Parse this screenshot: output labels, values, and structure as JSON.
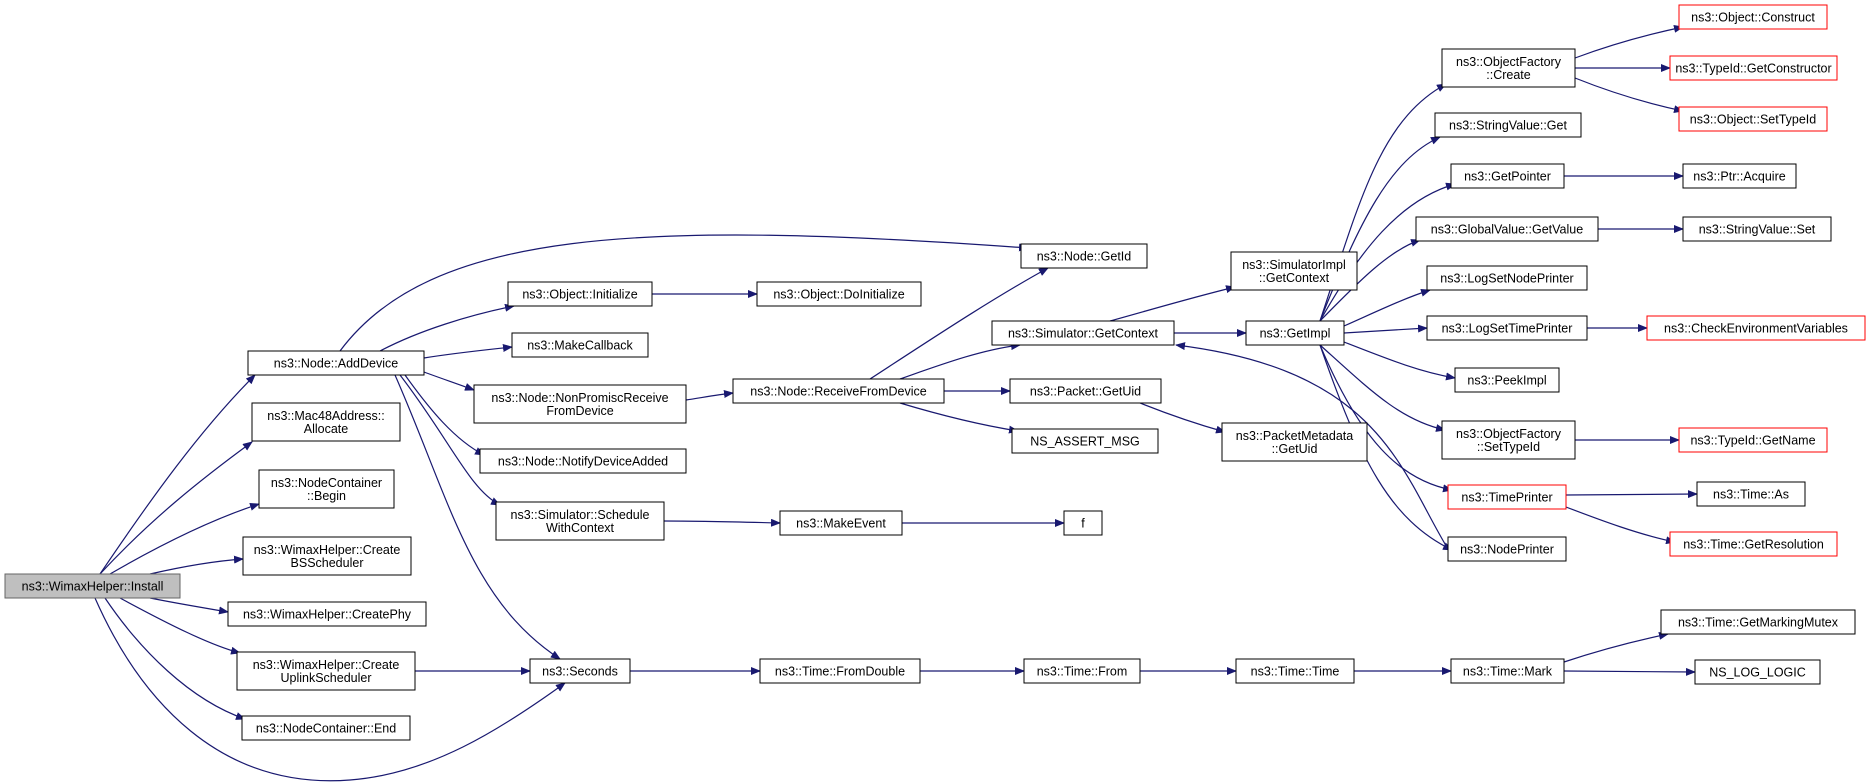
{
  "colors": {
    "edge": "#191970",
    "root_fill": "#bfbfbf",
    "box_border": "#000000",
    "truncated_border": "#ff0000"
  },
  "nodes": [
    {
      "id": "install",
      "lines": [
        "ns3::WimaxHelper::Install"
      ],
      "style": "root"
    },
    {
      "id": "addDevice",
      "lines": [
        "ns3::Node::AddDevice"
      ]
    },
    {
      "id": "mac48",
      "lines": [
        "ns3::Mac48Address::",
        "Allocate"
      ]
    },
    {
      "id": "ncBegin",
      "lines": [
        "ns3::NodeContainer",
        "::Begin"
      ]
    },
    {
      "id": "createBS",
      "lines": [
        "ns3::WimaxHelper::Create",
        "BSScheduler"
      ]
    },
    {
      "id": "createPhy",
      "lines": [
        "ns3::WimaxHelper::CreatePhy"
      ]
    },
    {
      "id": "createUL",
      "lines": [
        "ns3::WimaxHelper::Create",
        "UplinkScheduler"
      ]
    },
    {
      "id": "ncEnd",
      "lines": [
        "ns3::NodeContainer::End"
      ]
    },
    {
      "id": "objInit",
      "lines": [
        "ns3::Object::Initialize"
      ]
    },
    {
      "id": "makeCallback",
      "lines": [
        "ns3::MakeCallback"
      ]
    },
    {
      "id": "nonPromisc",
      "lines": [
        "ns3::Node::NonPromiscReceive",
        "FromDevice"
      ]
    },
    {
      "id": "notifyAdded",
      "lines": [
        "ns3::Node::NotifyDeviceAdded"
      ]
    },
    {
      "id": "schedCtx",
      "lines": [
        "ns3::Simulator::Schedule",
        "WithContext"
      ]
    },
    {
      "id": "seconds",
      "lines": [
        "ns3::Seconds"
      ]
    },
    {
      "id": "doInit",
      "lines": [
        "ns3::Object::DoInitialize"
      ]
    },
    {
      "id": "recvFromDev",
      "lines": [
        "ns3::Node::ReceiveFromDevice"
      ]
    },
    {
      "id": "makeEvent",
      "lines": [
        "ns3::MakeEvent"
      ]
    },
    {
      "id": "fromDouble",
      "lines": [
        "ns3::Time::FromDouble"
      ]
    },
    {
      "id": "getId",
      "lines": [
        "ns3::Node::GetId"
      ]
    },
    {
      "id": "simGetCtx",
      "lines": [
        "ns3::Simulator::GetContext"
      ]
    },
    {
      "id": "pktGetUid",
      "lines": [
        "ns3::Packet::GetUid"
      ]
    },
    {
      "id": "assertMsg",
      "lines": [
        "NS_ASSERT_MSG"
      ]
    },
    {
      "id": "f",
      "lines": [
        "f"
      ]
    },
    {
      "id": "timeFrom",
      "lines": [
        "ns3::Time::From"
      ]
    },
    {
      "id": "simImplCtx",
      "lines": [
        "ns3::SimulatorImpl",
        "::GetContext"
      ]
    },
    {
      "id": "getImpl",
      "lines": [
        "ns3::GetImpl"
      ]
    },
    {
      "id": "pmGetUid",
      "lines": [
        "ns3::PacketMetadata",
        "::GetUid"
      ]
    },
    {
      "id": "timeTime",
      "lines": [
        "ns3::Time::Time"
      ]
    },
    {
      "id": "ofCreate",
      "lines": [
        "ns3::ObjectFactory",
        "::Create"
      ]
    },
    {
      "id": "svGet",
      "lines": [
        "ns3::StringValue::Get"
      ]
    },
    {
      "id": "getPointer",
      "lines": [
        "ns3::GetPointer"
      ]
    },
    {
      "id": "gvGetValue",
      "lines": [
        "ns3::GlobalValue::GetValue"
      ]
    },
    {
      "id": "logNodePrinter",
      "lines": [
        "ns3::LogSetNodePrinter"
      ]
    },
    {
      "id": "logTimePrinter",
      "lines": [
        "ns3::LogSetTimePrinter"
      ]
    },
    {
      "id": "peekImpl",
      "lines": [
        "ns3::PeekImpl"
      ]
    },
    {
      "id": "ofSetTypeId",
      "lines": [
        "ns3::ObjectFactory",
        "::SetTypeId"
      ]
    },
    {
      "id": "timePrinter",
      "lines": [
        "ns3::TimePrinter"
      ],
      "style": "red"
    },
    {
      "id": "nodePrinter",
      "lines": [
        "ns3::NodePrinter"
      ]
    },
    {
      "id": "timeMark",
      "lines": [
        "ns3::Time::Mark"
      ]
    },
    {
      "id": "objConstruct",
      "lines": [
        "ns3::Object::Construct"
      ],
      "style": "red"
    },
    {
      "id": "tidGetCtor",
      "lines": [
        "ns3::TypeId::GetConstructor"
      ],
      "style": "red"
    },
    {
      "id": "objSetTypeId",
      "lines": [
        "ns3::Object::SetTypeId"
      ],
      "style": "red"
    },
    {
      "id": "ptrAcquire",
      "lines": [
        "ns3::Ptr::Acquire"
      ]
    },
    {
      "id": "svSet",
      "lines": [
        "ns3::StringValue::Set"
      ]
    },
    {
      "id": "checkEnv",
      "lines": [
        "ns3::CheckEnvironmentVariables"
      ],
      "style": "red"
    },
    {
      "id": "tidGetName",
      "lines": [
        "ns3::TypeId::GetName"
      ],
      "style": "red"
    },
    {
      "id": "timeAs",
      "lines": [
        "ns3::Time::As"
      ]
    },
    {
      "id": "timeGetRes",
      "lines": [
        "ns3::Time::GetResolution"
      ],
      "style": "red"
    },
    {
      "id": "getMarkMutex",
      "lines": [
        "ns3::Time::GetMarkingMutex"
      ]
    },
    {
      "id": "logLogic",
      "lines": [
        "NS_LOG_LOGIC"
      ]
    }
  ],
  "edges": [
    [
      "install",
      "addDevice"
    ],
    [
      "install",
      "mac48"
    ],
    [
      "install",
      "ncBegin"
    ],
    [
      "install",
      "createBS"
    ],
    [
      "install",
      "createPhy"
    ],
    [
      "install",
      "createUL"
    ],
    [
      "install",
      "ncEnd"
    ],
    [
      "install",
      "seconds"
    ],
    [
      "addDevice",
      "getId"
    ],
    [
      "addDevice",
      "objInit"
    ],
    [
      "addDevice",
      "makeCallback"
    ],
    [
      "addDevice",
      "nonPromisc"
    ],
    [
      "addDevice",
      "notifyAdded"
    ],
    [
      "addDevice",
      "schedCtx"
    ],
    [
      "addDevice",
      "seconds"
    ],
    [
      "objInit",
      "doInit"
    ],
    [
      "nonPromisc",
      "recvFromDev"
    ],
    [
      "recvFromDev",
      "getId"
    ],
    [
      "recvFromDev",
      "simGetCtx"
    ],
    [
      "recvFromDev",
      "pktGetUid"
    ],
    [
      "recvFromDev",
      "assertMsg"
    ],
    [
      "schedCtx",
      "makeEvent"
    ],
    [
      "makeEvent",
      "f"
    ],
    [
      "createUL",
      "seconds"
    ],
    [
      "seconds",
      "fromDouble"
    ],
    [
      "fromDouble",
      "timeFrom"
    ],
    [
      "timeFrom",
      "timeTime"
    ],
    [
      "timeTime",
      "timeMark"
    ],
    [
      "timeMark",
      "getMarkMutex"
    ],
    [
      "timeMark",
      "logLogic"
    ],
    [
      "simGetCtx",
      "simImplCtx"
    ],
    [
      "simGetCtx",
      "getImpl"
    ],
    [
      "pktGetUid",
      "pmGetUid"
    ],
    [
      "getImpl",
      "ofCreate"
    ],
    [
      "getImpl",
      "svGet"
    ],
    [
      "getImpl",
      "getPointer"
    ],
    [
      "getImpl",
      "gvGetValue"
    ],
    [
      "getImpl",
      "logNodePrinter"
    ],
    [
      "getImpl",
      "logTimePrinter"
    ],
    [
      "getImpl",
      "peekImpl"
    ],
    [
      "getImpl",
      "ofSetTypeId"
    ],
    [
      "getImpl",
      "timePrinter"
    ],
    [
      "getImpl",
      "nodePrinter"
    ],
    [
      "nodePrinter",
      "simGetCtx"
    ],
    [
      "ofCreate",
      "objConstruct"
    ],
    [
      "ofCreate",
      "tidGetCtor"
    ],
    [
      "ofCreate",
      "objSetTypeId"
    ],
    [
      "getPointer",
      "ptrAcquire"
    ],
    [
      "gvGetValue",
      "svSet"
    ],
    [
      "logTimePrinter",
      "checkEnv"
    ],
    [
      "ofSetTypeId",
      "tidGetName"
    ],
    [
      "timePrinter",
      "timeAs"
    ],
    [
      "timePrinter",
      "timeGetRes"
    ]
  ]
}
